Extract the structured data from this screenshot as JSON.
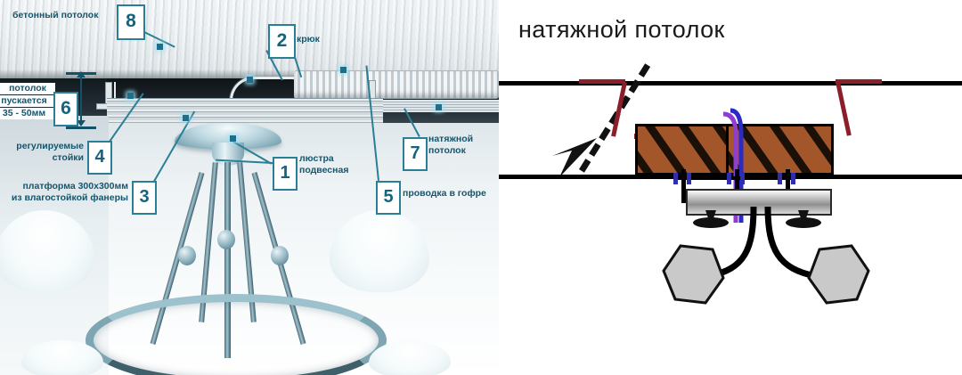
{
  "left_panel": {
    "name": "annotated-installation-photo",
    "captions": {
      "concrete_ceiling": "бетонный потолок",
      "hook": "крюк",
      "chandelier_line1": "люстра",
      "chandelier_line2": "подвесная",
      "adjustable_line1": "регулируемые",
      "adjustable_line2": "стойки",
      "platform_line1": "платформа 300х300мм",
      "platform_line2": "из влагостойкой фанеры",
      "wiring": "проводка в гофре",
      "stretch_line1": "натяжной",
      "stretch_line2": "потолок",
      "drop_line1": "потолок",
      "drop_line2": "пускается",
      "drop_line3": "35 - 50мм"
    },
    "markers": {
      "m1": "1",
      "m2": "2",
      "m3": "3",
      "m4": "4",
      "m5": "5",
      "m6": "6",
      "m7": "7",
      "m8": "8"
    },
    "colors": {
      "accent": "#2a7f96",
      "text": "#14566d"
    }
  },
  "right_panel": {
    "name": "stretch-ceiling-schematic",
    "title": "натяжной потолок",
    "colors": {
      "plywood": "#a2562a",
      "bracket": "#8a1f2a",
      "fastener": "#2f2fae",
      "wire_blue": "#2b2bc4",
      "wire_violet": "#8e3fd0",
      "line": "#000000",
      "plate": "#b5b5b5"
    }
  }
}
